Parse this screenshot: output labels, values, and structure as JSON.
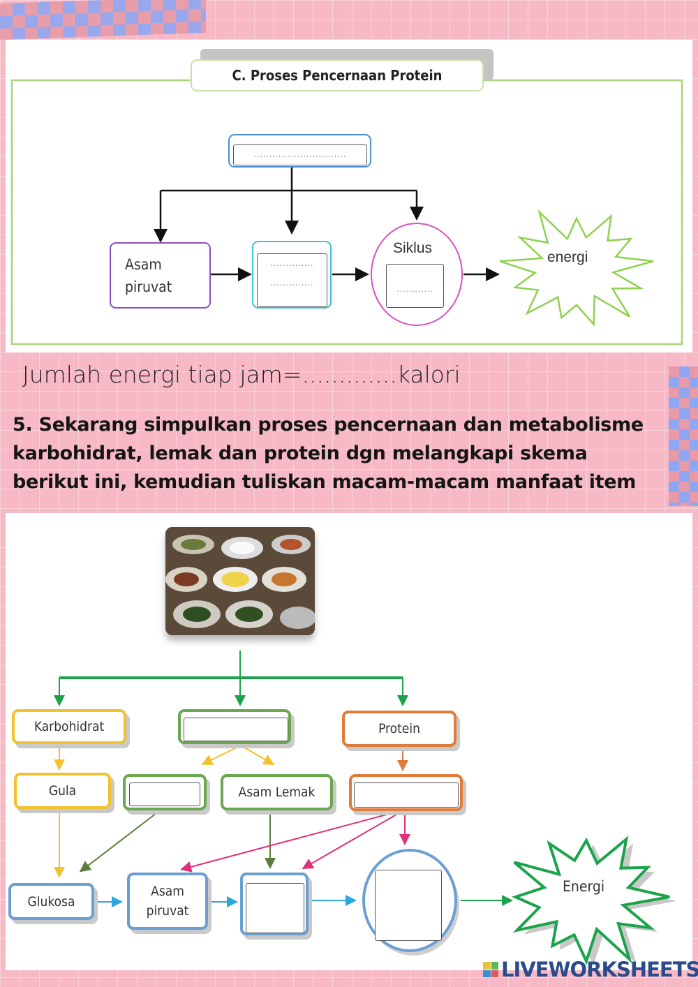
{
  "section_c": {
    "title": "C.   Proses Pencernaan Protein",
    "top_blank": "..............................",
    "box_asam_piruvat": [
      "Asam",
      "piruvat"
    ],
    "mid_blank_1": "..............",
    "mid_blank_2": "..............",
    "siklus_label": "Siklus",
    "siklus_blank": "............",
    "energy_label": "energi"
  },
  "energy_line": "Jumlah energi tiap jam=.............kalori",
  "question": "5. Sekarang simpulkan proses pencernaan dan metabolisme karbohidrat, lemak dan protein dgn melangkapi skema berikut ini, kemudian tuliskan macam-macam manfaat item",
  "scheme": {
    "karbohidrat": "Karbohidrat",
    "protein": "Protein",
    "gula": "Gula",
    "asam_lemak": "Asam Lemak",
    "glukosa": "Glukosa",
    "asam_piruvat": [
      "Asam",
      "piruvat"
    ],
    "energi": "Energi"
  },
  "branding": "LIVEWORKSHEETS",
  "colors": {
    "yellow": "#f2c12e",
    "green": "#6aa84f",
    "orange": "#e07b39",
    "blue": "#6a9fd4",
    "pink": "#e0307a",
    "purple": "#8a4fbf",
    "magenta": "#d94fc0",
    "lime": "#8fd14f"
  }
}
